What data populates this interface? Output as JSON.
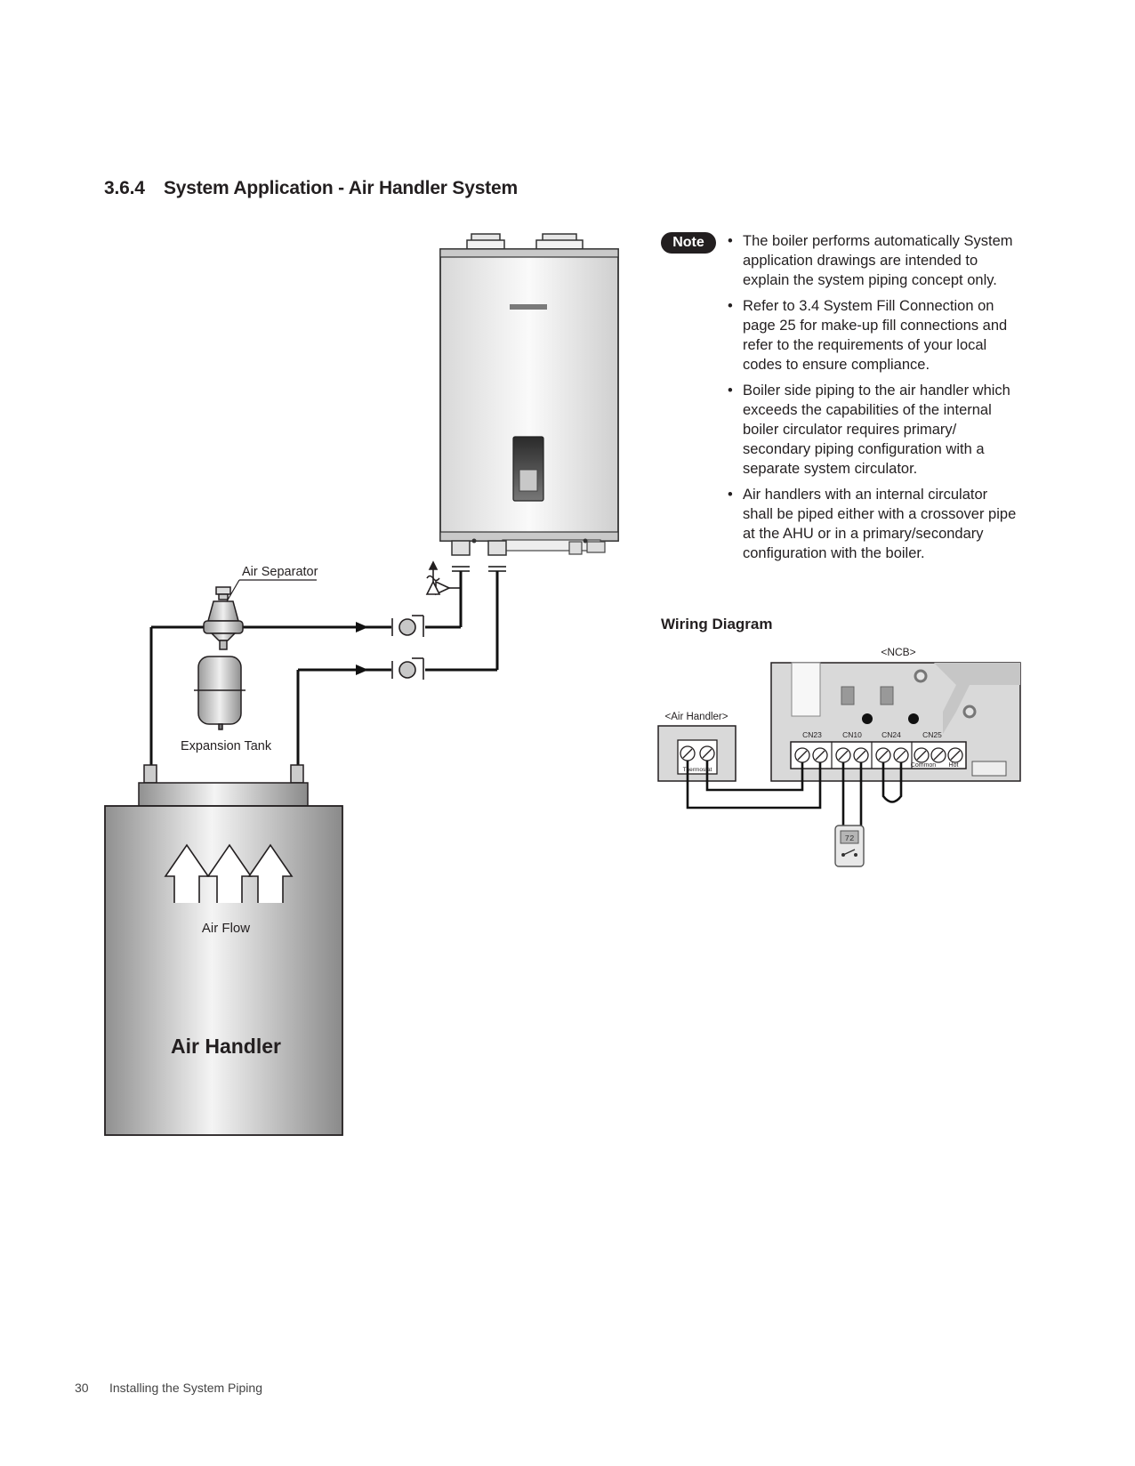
{
  "section": {
    "number": "3.6.4",
    "title": "System Application - Air Handler System"
  },
  "diagram": {
    "air_separator_label": "Air Separator",
    "expansion_tank_label": "Expansion Tank",
    "air_flow_label": "Air Flow",
    "air_handler_label": "Air Handler"
  },
  "note": {
    "badge": "Note",
    "items": [
      "The boiler performs automatically System application drawings are intended to explain the system piping concept only.",
      "Refer to 3.4    System Fill Connection on page 25 for make-up fill connections and refer to the requirements of your local codes to ensure compliance.",
      "Boiler side piping to the air handler which exceeds  the capabilities of the internal boiler circulator requires primary/ secondary piping configuration with a separate system circulator.",
      "Air handlers with an internal circulator shall be piped either with a crossover pipe at the AHU or in a primary/secondary configuration with the boiler."
    ]
  },
  "wiring": {
    "title": "Wiring Diagram",
    "ncb_label": "<NCB>",
    "air_handler_label": "<Air Handler>",
    "connectors": [
      "CN23",
      "CN10",
      "CN24",
      "CN25"
    ],
    "thermostat_label": "Thermostat",
    "common_label": "Common",
    "hot_label": "Hot",
    "thermostat_display": "72"
  },
  "footer": {
    "page_number": "30",
    "section_name": "Installing the System Piping"
  }
}
